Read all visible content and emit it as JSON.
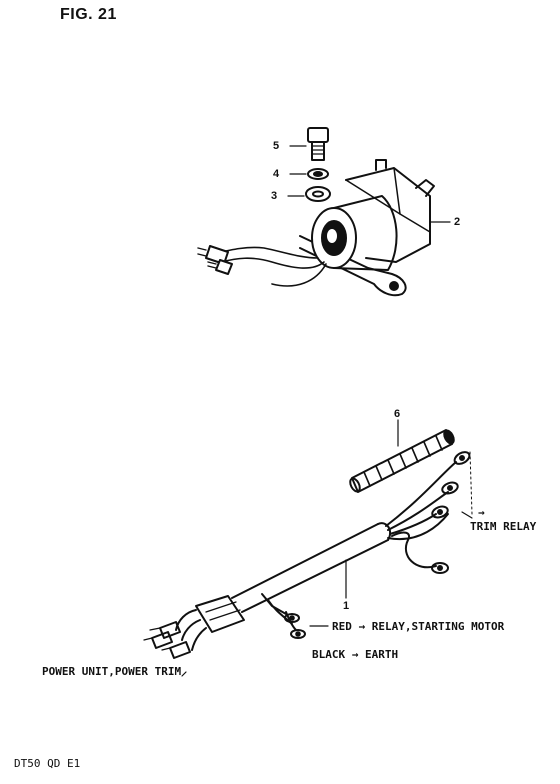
{
  "figure": {
    "title": "FIG. 21"
  },
  "footer": {
    "model_code": "DT50 QD E1"
  },
  "parts": {
    "p1": "1",
    "p2": "2",
    "p3": "3",
    "p4": "4",
    "p5": "5",
    "p6": "6"
  },
  "callouts": {
    "trim_relay": "TRIM RELAY",
    "red_wire": "RED → RELAY,STARTING MOTOR",
    "black_wire": "BLACK → EARTH",
    "power_unit": "POWER UNIT,POWER TRIM"
  },
  "icons": {
    "relay": "starter-relay-icon",
    "bolt": "bolt-icon",
    "washer": "washer-icon",
    "harness": "wire-harness-icon",
    "tube": "protector-tube-icon"
  },
  "colors": {
    "ink": "#111111",
    "paper": "#ffffff"
  }
}
